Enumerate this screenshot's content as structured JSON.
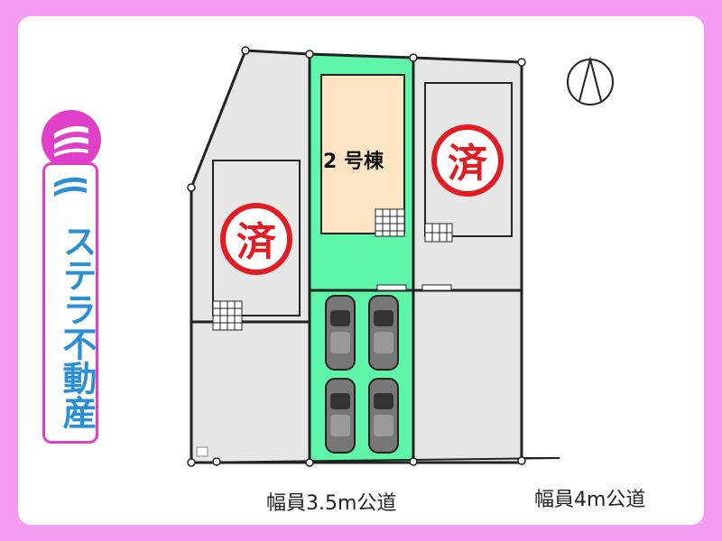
{
  "brand": {
    "name": "ステラ不動産",
    "accent": "#e040c8",
    "text_color": "#2b8fd8"
  },
  "plan": {
    "unit_label": "2 号棟",
    "sold_mark": "済",
    "sold_color": "#e31b23",
    "available_color": "#5ff5a8",
    "house_color": "#fde5c3",
    "lot_color": "#e6e6e6"
  },
  "roads": {
    "front": "幅員3.5m公道",
    "side": "幅員4m公道"
  },
  "compass": {
    "icon": "north-arrow-icon"
  }
}
